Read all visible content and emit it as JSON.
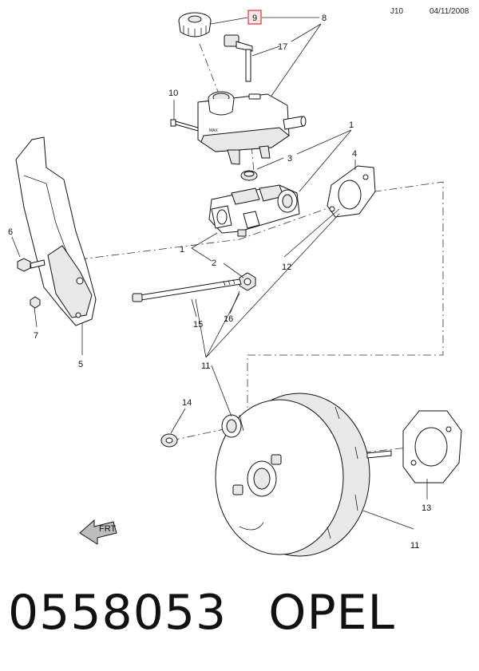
{
  "header": {
    "code": "J10",
    "date": "04/11/2008"
  },
  "callouts": {
    "c1a": "1",
    "c1b": "1",
    "c2": "2",
    "c3": "3",
    "c4": "4",
    "c5": "5",
    "c6": "6",
    "c7": "7",
    "c8": "8",
    "c9": "9",
    "c10": "10",
    "c11a": "11",
    "c11b": "11",
    "c12": "12",
    "c13": "13",
    "c14": "14",
    "c15": "15",
    "c16": "16",
    "c17": "17"
  },
  "highlight_color": "#e03030",
  "front_marker": {
    "label": "FRT",
    "icon": "front-arrow-icon"
  },
  "footer": {
    "part_number": "0558053",
    "brand": "OPEL"
  }
}
